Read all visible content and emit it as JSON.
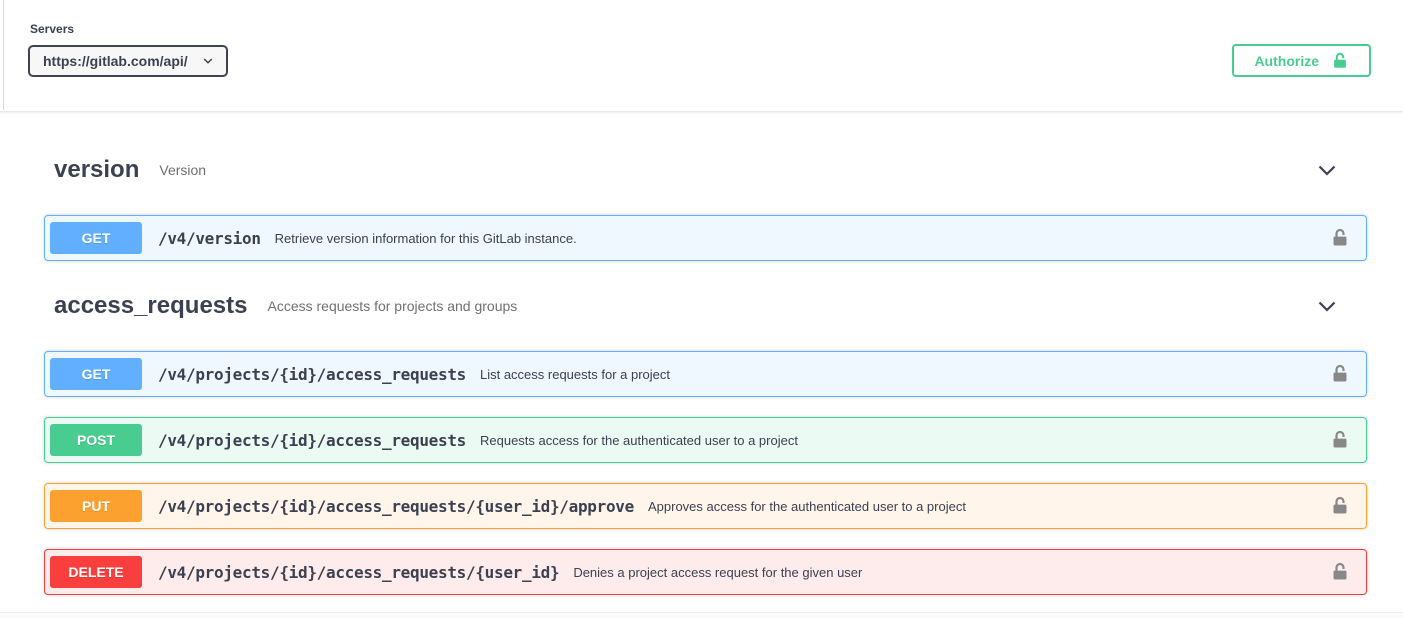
{
  "servers": {
    "label": "Servers",
    "selected_value": "https://gitlab.com/api/"
  },
  "authorize": {
    "label": "Authorize"
  },
  "icons": {
    "servers_select": "chevron-down",
    "authorize": "unlocked-padlock",
    "section_toggle": "chevron-down",
    "operation_auth": "unlocked-padlock"
  },
  "colors": {
    "get": "#61affe",
    "post": "#49cc90",
    "put": "#fca130",
    "delete": "#f93e3e",
    "authorize_accent": "#49cc90",
    "heading_text": "#3b4151"
  },
  "sections": [
    {
      "title": "version",
      "description": "Version",
      "operations": [
        {
          "method": "GET",
          "path": "/v4/version",
          "summary": "Retrieve version information for this GitLab instance."
        }
      ]
    },
    {
      "title": "access_requests",
      "description": "Access requests for projects and groups",
      "operations": [
        {
          "method": "GET",
          "path": "/v4/projects/{id}/access_requests",
          "summary": "List access requests for a project"
        },
        {
          "method": "POST",
          "path": "/v4/projects/{id}/access_requests",
          "summary": "Requests access for the authenticated user to a project"
        },
        {
          "method": "PUT",
          "path": "/v4/projects/{id}/access_requests/{user_id}/approve",
          "summary": "Approves access for the authenticated user to a project"
        },
        {
          "method": "DELETE",
          "path": "/v4/projects/{id}/access_requests/{user_id}",
          "summary": "Denies a project access request for the given user"
        }
      ]
    }
  ]
}
